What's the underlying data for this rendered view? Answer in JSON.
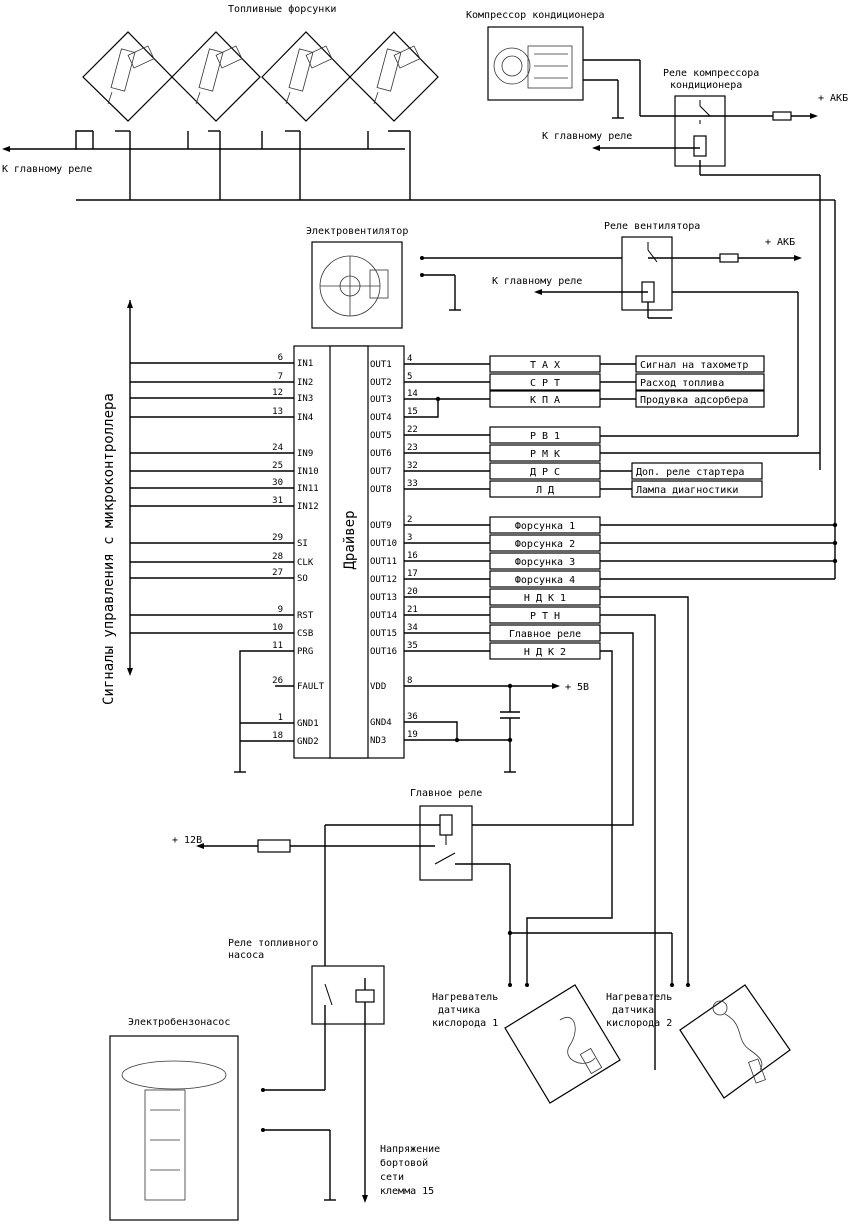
{
  "labels": {
    "injectors_title": "Топливные форсунки",
    "compressor_title": "Компрессор кондиционера",
    "compressor_relay_line1": "Реле компрессора",
    "compressor_relay_line2": "кондиционера",
    "akb1": "+ АКБ",
    "to_main_relay_1": "К главному реле",
    "to_main_relay_left": "К главному реле",
    "fan_title": "Электровентилятор",
    "fan_relay": "Реле вентилятора",
    "akb2": "+ АКБ",
    "to_main_relay_2": "К главному реле",
    "vertical_signals": "Сигналы управления с микроконтроллера",
    "driver": "Драйвер",
    "vdd_out": "+ 5В",
    "main_relay": "Главное реле",
    "plus12": "+ 12В",
    "fuel_pump_relay_line1": "Реле топливного",
    "fuel_pump_relay_line2": "насоса",
    "fuel_pump": "Электробензонасос",
    "heater1_line1": "Нагреватель",
    "heater1_line2": "датчика",
    "heater1_line3": "кислорода 1",
    "heater2_line1": "Нагреватель",
    "heater2_line2": "датчика",
    "heater2_line3": "кислорода 2",
    "supply_line1": "Напряжение",
    "supply_line2": "бортовой",
    "supply_line3": "сети",
    "supply_line4": "клемма 15"
  },
  "left_pins": [
    {
      "num": "6",
      "name": "IN1"
    },
    {
      "num": "7",
      "name": "IN2"
    },
    {
      "num": "12",
      "name": "IN3"
    },
    {
      "num": "13",
      "name": "IN4"
    },
    {
      "num": "24",
      "name": "IN9"
    },
    {
      "num": "25",
      "name": "IN10"
    },
    {
      "num": "30",
      "name": "IN11"
    },
    {
      "num": "31",
      "name": "IN12"
    },
    {
      "num": "29",
      "name": "SI"
    },
    {
      "num": "28",
      "name": "CLK"
    },
    {
      "num": "27",
      "name": "SO"
    },
    {
      "num": "9",
      "name": "RST"
    },
    {
      "num": "10",
      "name": "CSB"
    },
    {
      "num": "11",
      "name": "PRG"
    },
    {
      "num": "26",
      "name": "FAULT"
    },
    {
      "num": "1",
      "name": "GND1"
    },
    {
      "num": "18",
      "name": "GND2"
    }
  ],
  "right_pins": [
    {
      "num": "4",
      "name": "OUT1"
    },
    {
      "num": "5",
      "name": "OUT2"
    },
    {
      "num": "14",
      "name": "OUT3"
    },
    {
      "num": "15",
      "name": "OUT4"
    },
    {
      "num": "22",
      "name": "OUT5"
    },
    {
      "num": "23",
      "name": "OUT6"
    },
    {
      "num": "32",
      "name": "OUT7"
    },
    {
      "num": "33",
      "name": "OUT8"
    },
    {
      "num": "2",
      "name": "OUT9"
    },
    {
      "num": "3",
      "name": "OUT10"
    },
    {
      "num": "16",
      "name": "OUT11"
    },
    {
      "num": "17",
      "name": "OUT12"
    },
    {
      "num": "20",
      "name": "OUT13"
    },
    {
      "num": "21",
      "name": "OUT14"
    },
    {
      "num": "34",
      "name": "OUT15"
    },
    {
      "num": "35",
      "name": "OUT16"
    },
    {
      "num": "8",
      "name": "VDD"
    },
    {
      "num": "36",
      "name": "GND4"
    },
    {
      "num": "19",
      "name": "ND3"
    }
  ],
  "output_boxes": [
    "Т А Х",
    "С Р Т",
    "К П А",
    "Р В 1",
    "Р М К",
    "Д Р С",
    "Л Д",
    "Форсунка 1",
    "Форсунка 2",
    "Форсунка 3",
    "Форсунка 4",
    "Н Д К 1",
    "Р Т Н",
    "Главное реле",
    "Н Д К 2"
  ],
  "desc_boxes": [
    "Сигнал на тахометр",
    "Расход топлива",
    "Продувка адсорбера",
    "Доп. реле стартера",
    "Лампа диагностики"
  ]
}
